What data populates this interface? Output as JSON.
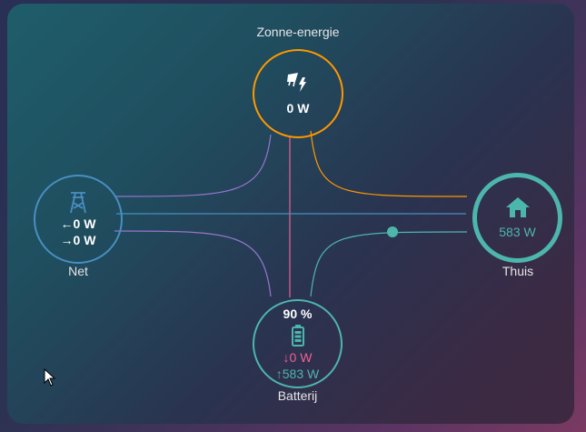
{
  "solar": {
    "label": "Zonne-energie",
    "icon": "solar-power-icon",
    "value": "0 W"
  },
  "grid": {
    "label": "Net",
    "icon": "transmission-tower-icon",
    "import": "0 W",
    "export": "0 W"
  },
  "home": {
    "label": "Thuis",
    "icon": "home-icon",
    "value": "583 W"
  },
  "battery": {
    "label": "Batterij",
    "icon": "battery-icon",
    "percent": "90 %",
    "in": "0 W",
    "out": "583 W"
  },
  "colors": {
    "solar": "#ff9800",
    "grid": "#488fc2",
    "home": "#4db6ac",
    "battery": "#4db6ac",
    "battery_in": "#f06292",
    "return": "#9575cd"
  }
}
